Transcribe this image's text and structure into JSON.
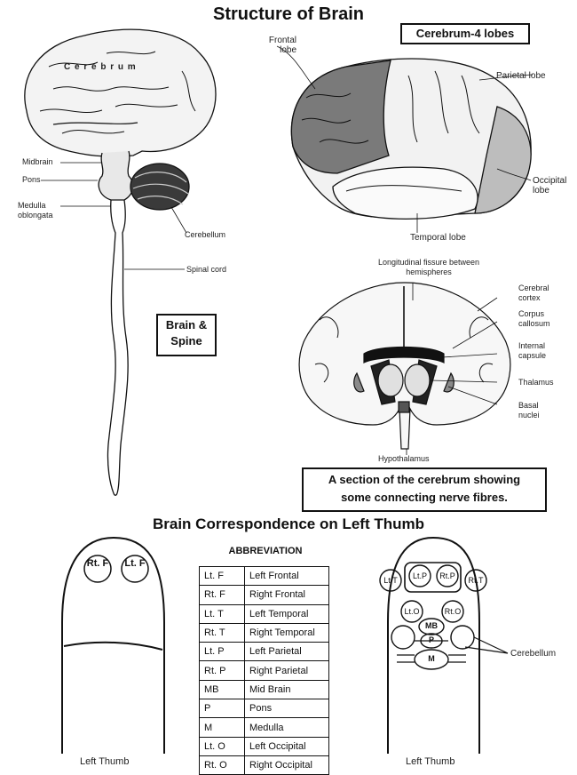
{
  "title": "Structure of Brain",
  "brain_spine": {
    "cerebrum_label": "C e r e b r u m",
    "midbrain": "Midbrain",
    "pons": "Pons",
    "medulla": "Medulla oblongata",
    "cerebellum": "Cerebellum",
    "spinal_cord": "Spinal cord",
    "box_label": "Brain & Spine"
  },
  "lobes": {
    "box_label": "Cerebrum-4 lobes",
    "frontal": "Frontal lobe",
    "parietal": "Parietal lobe",
    "occipital": "Occipital lobe",
    "temporal": "Temporal lobe"
  },
  "section": {
    "fissure": "Longitudinal fissure between hemispheres",
    "cortex": "Cerebral cortex",
    "callosum": "Corpus callosum",
    "capsule": "Internal capsule",
    "thalamus": "Thalamus",
    "basal": "Basal nuclei",
    "hypothalamus": "Hypothalamus",
    "caption_line1": "A section of the cerebrum showing",
    "caption_line2": "some connecting nerve fibres."
  },
  "thumb_section": {
    "title": "Brain Correspondence on Left Thumb",
    "abbreviation_heading": "ABBREVIATION",
    "abbreviations": [
      {
        "code": "Lt. F",
        "name": "Left Frontal"
      },
      {
        "code": "Rt. F",
        "name": "Right Frontal"
      },
      {
        "code": "Lt. T",
        "name": "Left Temporal"
      },
      {
        "code": "Rt. T",
        "name": "Right Temporal"
      },
      {
        "code": "Lt. P",
        "name": "Left Parietal"
      },
      {
        "code": "Rt. P",
        "name": "Right Parietal"
      },
      {
        "code": "MB",
        "name": "Mid Brain"
      },
      {
        "code": "P",
        "name": "Pons"
      },
      {
        "code": "M",
        "name": "Medulla"
      },
      {
        "code": "Lt. O",
        "name": "Left Occipital"
      },
      {
        "code": "Rt. O",
        "name": "Right Occipital"
      }
    ],
    "left_thumb": {
      "caption": "Left Thumb",
      "rt_f": "Rt. F",
      "lt_f": "Lt. F"
    },
    "right_thumb": {
      "caption": "Left Thumb",
      "lt_t": "Lt.T",
      "lt_p": "Lt.P",
      "rt_p": "Rt.P",
      "rt_t": "Rt.T",
      "lt_o": "Lt.O",
      "rt_o": "Rt.O",
      "mb": "MB",
      "p": "P",
      "m": "M",
      "cerebellum": "Cerebellum"
    }
  }
}
